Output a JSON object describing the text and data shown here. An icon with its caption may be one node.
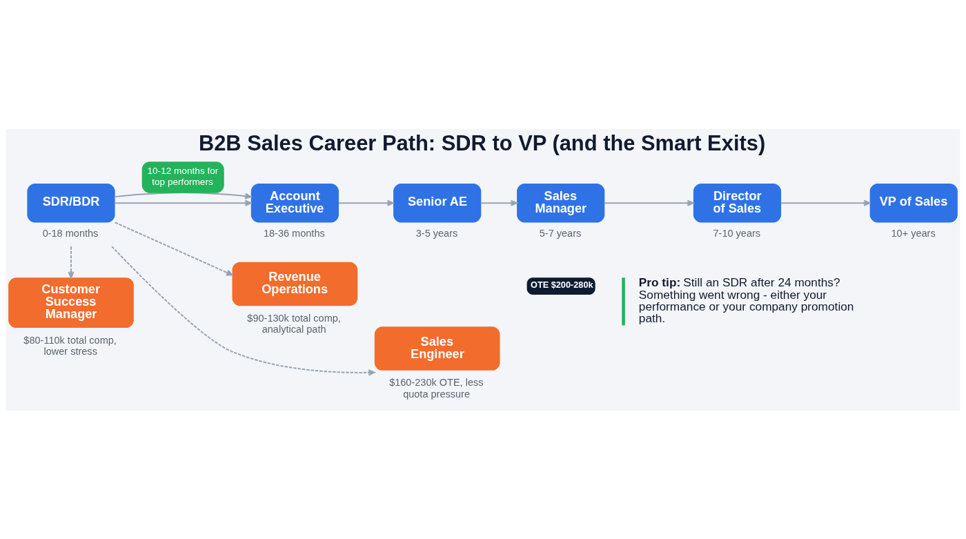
{
  "diagram": {
    "title": "B2B Sales Career Path: SDR to VP (and the Smart Exits)",
    "nodes": [
      {
        "text": [
          "SDR/BDR"
        ],
        "beside": [
          "0-18 months"
        ]
      },
      {
        "text": [
          "Account Executive"
        ],
        "beside": [
          "18-36 months"
        ]
      },
      {
        "text": [
          "Senior AE"
        ],
        "beside": [
          "3-5 years"
        ]
      },
      {
        "text": [
          "Sales Manager"
        ],
        "beside": [
          "5-7 years"
        ]
      },
      {
        "text": [
          "Director of Sales"
        ],
        "beside": [
          "7-10 years"
        ]
      },
      {
        "text": [
          "VP of Sales"
        ],
        "beside": [
          "10+ years"
        ]
      },
      {
        "text": [
          "OTE $200-280k"
        ]
      },
      {
        "text": [
          "Customer Success Manager"
        ],
        "beside": [
          "$80-110k total comp, lower stress"
        ]
      },
      {
        "text": [
          "Revenue Operations"
        ],
        "beside": [
          "$90-130k total comp, analytical path"
        ]
      },
      {
        "text": [
          "Sales Engineer"
        ],
        "beside": [
          "$160-230k OTE, less quota pressure"
        ]
      }
    ],
    "edges": [
      {
        "from": 0,
        "to": 1,
        "arrow": "to",
        "label": "10-12 months for top performers"
      },
      {
        "from": 0,
        "to": 1,
        "arrow": "to"
      },
      {
        "from": 1,
        "to": 2,
        "arrow": "to"
      },
      {
        "from": 2,
        "to": 3,
        "arrow": "to"
      },
      {
        "from": 3,
        "to": 4,
        "arrow": "to"
      },
      {
        "from": 4,
        "to": 5,
        "arrow": "to"
      },
      {
        "from": 0,
        "to": 7,
        "arrow": "to",
        "style": "dashed"
      },
      {
        "from": 0,
        "to": 8,
        "arrow": "to",
        "style": "dashed"
      },
      {
        "from": 0,
        "to": 9,
        "arrow": "to",
        "style": "dashed"
      }
    ],
    "labels": [
      "**Pro tip:** Still an SDR after 24 months? Something went wrong - either your performance or your company promotion path."
    ]
  }
}
